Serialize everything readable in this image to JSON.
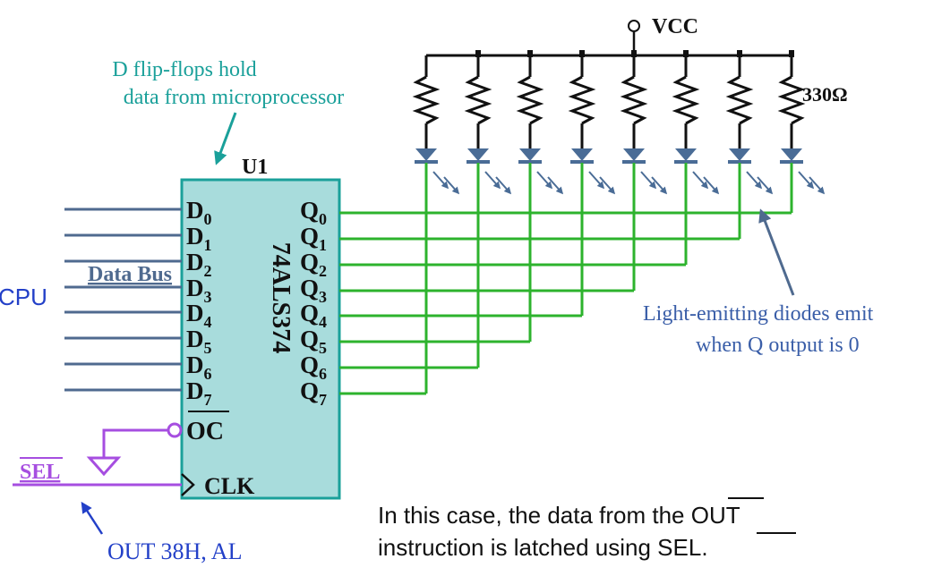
{
  "annotation_dff": {
    "line1": "D flip-flops hold",
    "line2": "data from microprocessor"
  },
  "annotation_led": {
    "line1": "Light-emitting diodes emit",
    "line2": "when Q output is 0"
  },
  "vcc_label": "VCC",
  "resistor_label": "330Ω",
  "chip": {
    "ref": "U1",
    "part": "74ALS374",
    "oc_label": "OC",
    "clk_label": "CLK"
  },
  "inputs": [
    {
      "letter": "D",
      "sub": "0"
    },
    {
      "letter": "D",
      "sub": "1"
    },
    {
      "letter": "D",
      "sub": "2"
    },
    {
      "letter": "D",
      "sub": "3"
    },
    {
      "letter": "D",
      "sub": "4"
    },
    {
      "letter": "D",
      "sub": "5"
    },
    {
      "letter": "D",
      "sub": "6"
    },
    {
      "letter": "D",
      "sub": "7"
    }
  ],
  "outputs": [
    {
      "letter": "Q",
      "sub": "0"
    },
    {
      "letter": "Q",
      "sub": "1"
    },
    {
      "letter": "Q",
      "sub": "2"
    },
    {
      "letter": "Q",
      "sub": "3"
    },
    {
      "letter": "Q",
      "sub": "4"
    },
    {
      "letter": "Q",
      "sub": "5"
    },
    {
      "letter": "Q",
      "sub": "6"
    },
    {
      "letter": "Q",
      "sub": "7"
    }
  ],
  "data_bus_label": "Data Bus",
  "cpu_label": "CPU",
  "sel_label": "SEL",
  "out_instruction": "OUT 38H, AL",
  "caption": {
    "line1": "In this case, the data from the OUT",
    "line2_prefix": "instruction is latched using ",
    "line2_signal": "SEL",
    "line2_suffix": "."
  },
  "colors": {
    "bus_wire": "#4f6a8f",
    "output_wire": "#2db32d",
    "control_wire": "#a64ee0",
    "chip_fill": "#a8dcdc",
    "chip_border": "#1aa09a",
    "teal_text": "#1aa09a",
    "blue_text": "#2340c8",
    "annotation_text": "#3a5ea8",
    "led": "#4a6c96"
  }
}
